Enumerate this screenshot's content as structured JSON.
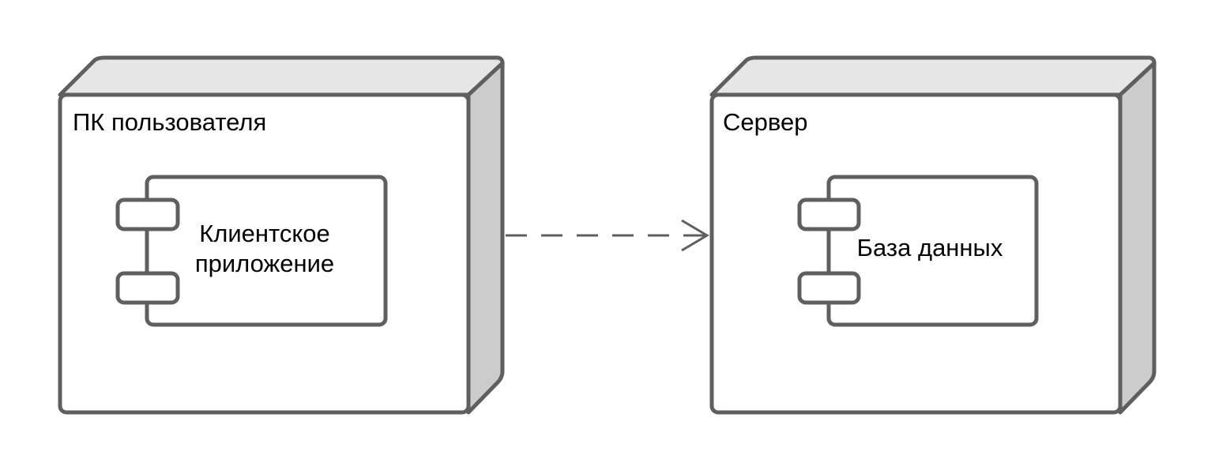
{
  "nodes": [
    {
      "label": "ПК пользователя",
      "component": {
        "lines": [
          "Клиентское",
          "приложение"
        ]
      }
    },
    {
      "label": "Сервер",
      "component": {
        "lines": [
          "База данных"
        ]
      }
    }
  ],
  "dependency": {
    "style": "dashed",
    "arrowhead": "open"
  },
  "colors": {
    "stroke": "#5f5f5f",
    "face": "#ffffff",
    "top": "#e6e6e6",
    "side": "#cccccc",
    "text": "#000000"
  }
}
